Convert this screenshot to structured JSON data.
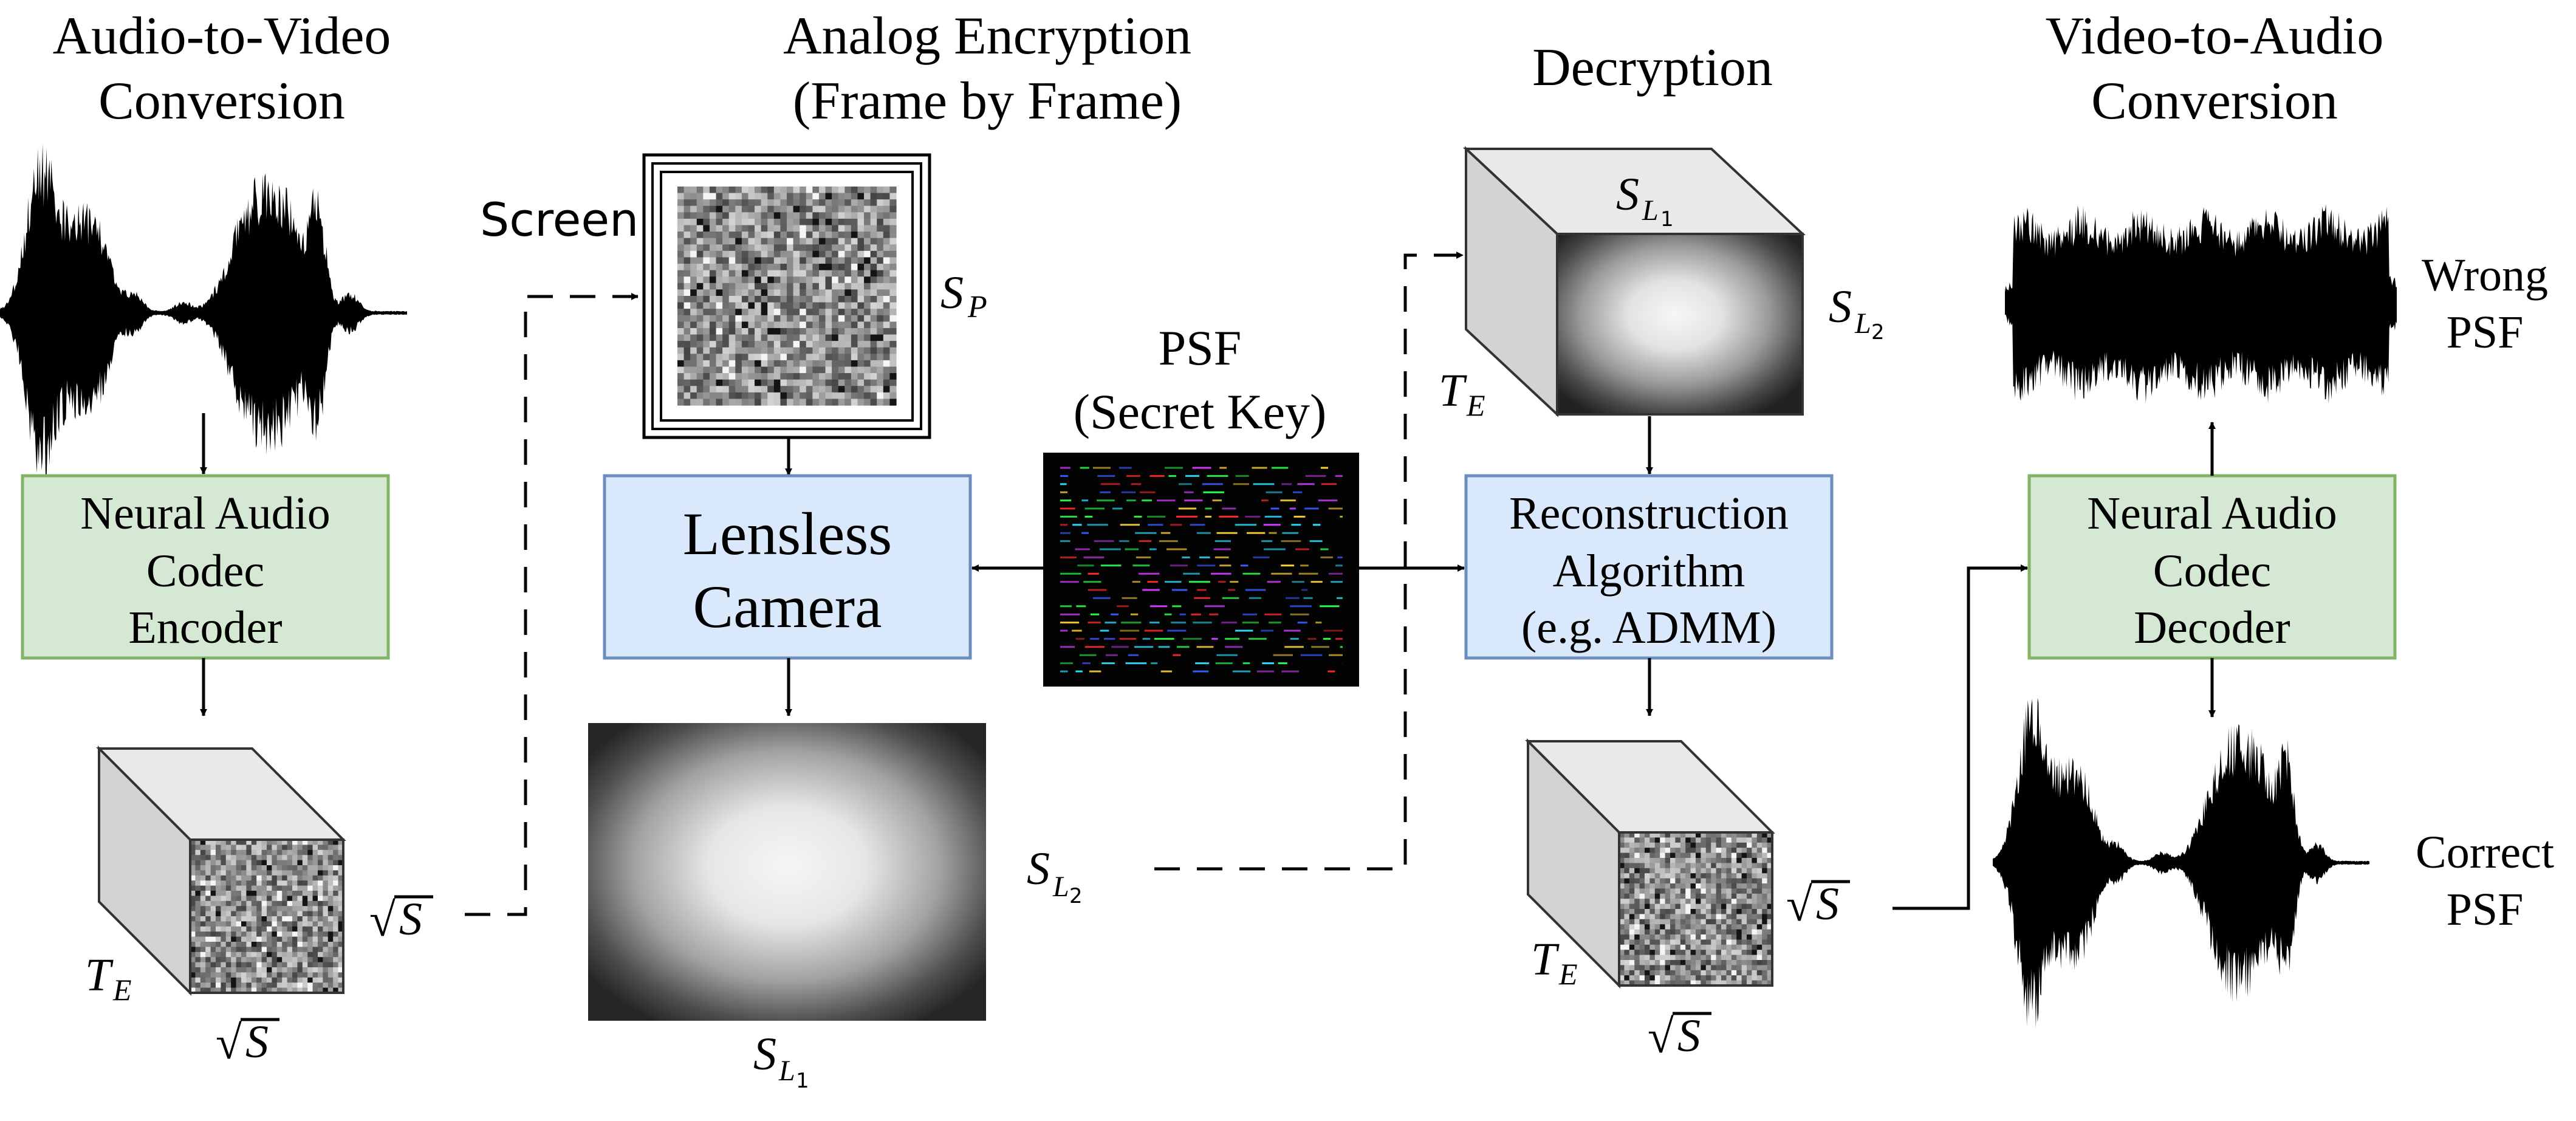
{
  "stages": {
    "a2v": {
      "line1": "Audio-to-Video",
      "line2": "Conversion"
    },
    "enc": {
      "line1": "Analog Encryption",
      "line2": "(Frame by Frame)"
    },
    "dec": {
      "line1": "Decryption"
    },
    "v2a": {
      "line1": "Video-to-Audio",
      "line2": "Conversion"
    }
  },
  "blocks": {
    "encoder": {
      "line1": "Neural Audio",
      "line2": "Codec",
      "line3": "Encoder"
    },
    "camera": {
      "line1": "Lensless",
      "line2": "Camera"
    },
    "recon": {
      "line1": "Reconstruction",
      "line2": "Algorithm",
      "line3": "(e.g. ADMM)"
    },
    "decoder": {
      "line1": "Neural Audio",
      "line2": "Codec",
      "line3": "Decoder"
    }
  },
  "psf": {
    "line1": "PSF",
    "line2": "(Secret Key)"
  },
  "labels": {
    "screen": "Screen",
    "s": "S",
    "p": "P",
    "t": "T",
    "e": "E",
    "l": "L",
    "one": "1",
    "two": "2",
    "sqrt": "√",
    "wrong1": "Wrong",
    "wrong2": "PSF",
    "correct1": "Correct",
    "correct2": "PSF"
  },
  "colors": {
    "green_fill": "#d5e8d4",
    "green_stroke": "#82b366",
    "blue_fill": "#dae8fc",
    "blue_stroke": "#6c8ebf",
    "cube_top": "#e9e9e9",
    "cube_side": "#d3d3d3",
    "stroke": "#000000"
  },
  "icons": {
    "waveform": "audio-waveform-icon",
    "noise": "noise-waveform-icon",
    "psf": "psf-pattern",
    "pattern": "random-pixel-pattern",
    "blur": "blurred-sensor-image"
  }
}
